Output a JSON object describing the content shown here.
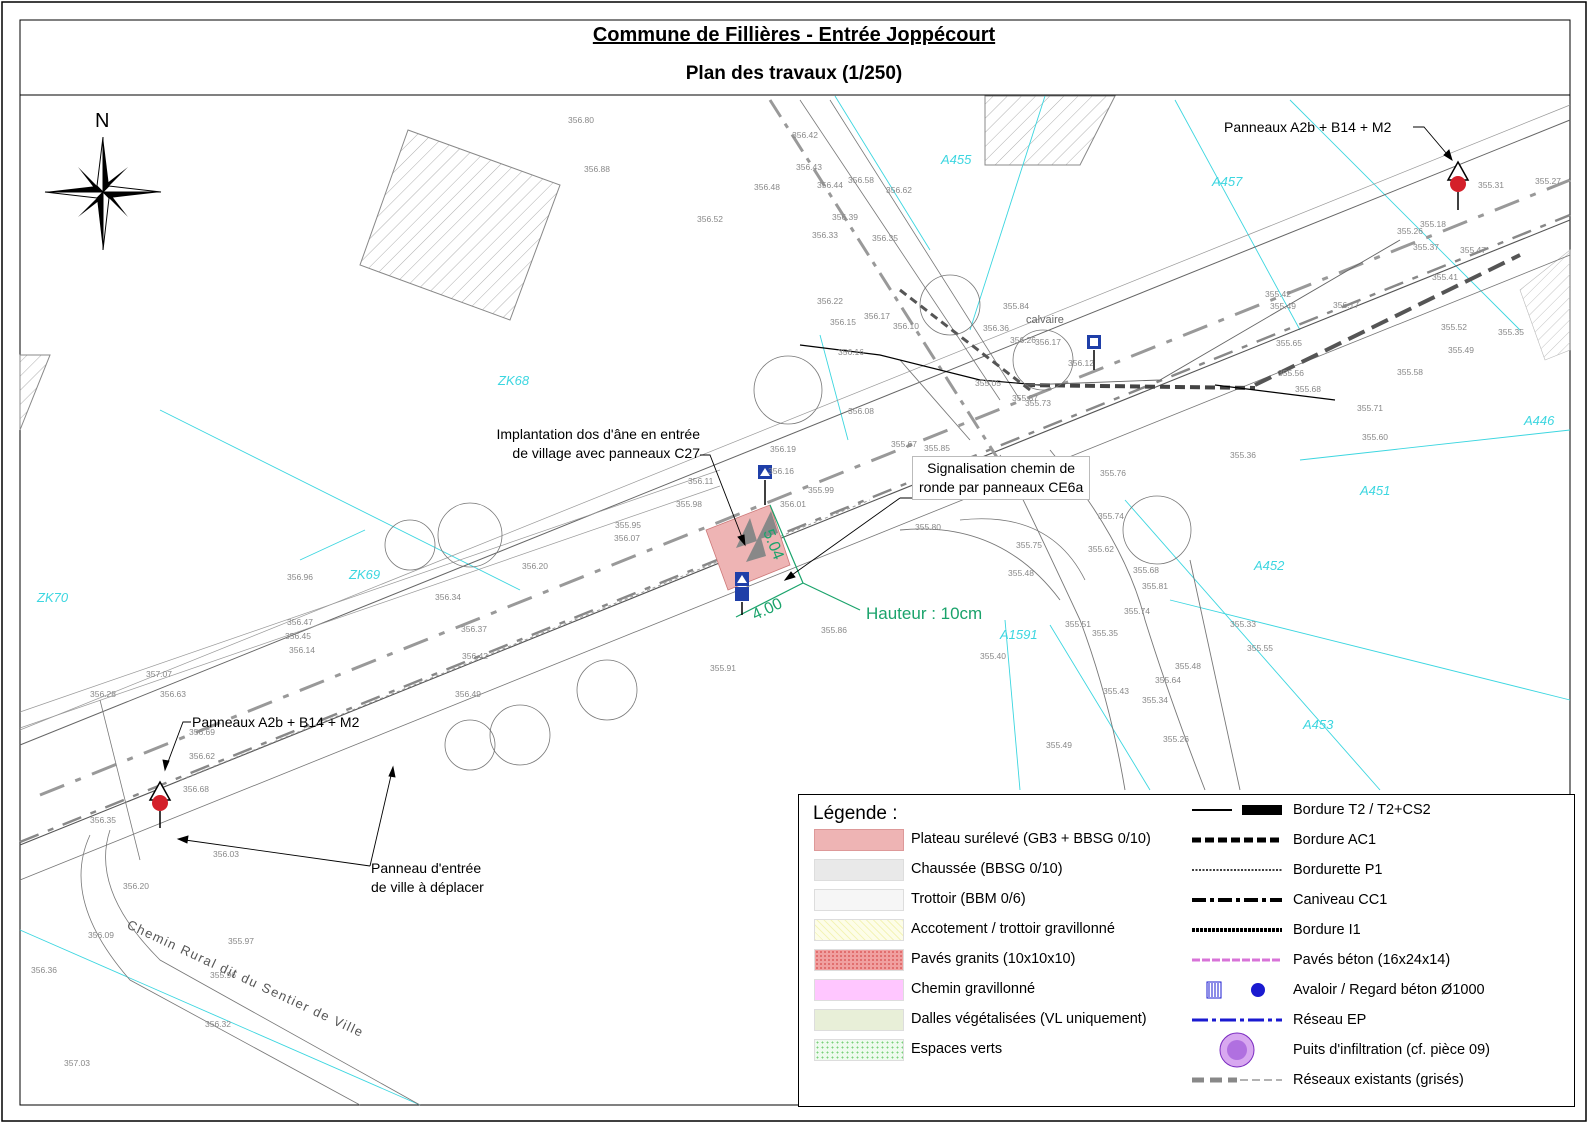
{
  "header": {
    "title": "Commune de Fillières - Entrée Joppécourt",
    "subtitle": "Plan des travaux (1/250)"
  },
  "compass": {
    "north_label": "N",
    "icon": "compass-rose-icon"
  },
  "annotations": {
    "panneaux_top": "Panneaux A2b + B14 + M2",
    "panneaux_left": "Panneaux A2b + B14 + M2",
    "dos_dane_1": "Implantation dos d'âne en entrée",
    "dos_dane_2": "de village avec panneaux C27",
    "signalisation_1": "Signalisation chemin de",
    "signalisation_2": "ronde par panneaux CE6a",
    "panneau_entree_1": "Panneau d'entrée",
    "panneau_entree_2": "de ville à déplacer",
    "hauteur": "Hauteur : 10cm",
    "dim_504": "5.04",
    "dim_400": "4.00",
    "calvaire": "calvaire",
    "chemin_rural": "Chemin Rural dit du Sentier de Ville"
  },
  "parcels": [
    "A455",
    "A457",
    "ZK68",
    "ZK69",
    "ZK70",
    "A446",
    "A451",
    "A452",
    "A1591",
    "A453"
  ],
  "elevations": [
    "356.80",
    "356.88",
    "356.52",
    "356.48",
    "356.42",
    "356.43",
    "356.44",
    "356.39",
    "356.33",
    "356.58",
    "356.62",
    "356.35",
    "356.22",
    "356.15",
    "356.17",
    "356.10",
    "356.16",
    "356.08",
    "356.19",
    "356.16",
    "356.11",
    "356.01",
    "355.99",
    "355.98",
    "355.95",
    "356.07",
    "356.20",
    "356.34",
    "356.37",
    "356.42",
    "356.49",
    "356.63",
    "356.69",
    "356.62",
    "356.68",
    "356.35",
    "356.20",
    "356.09",
    "355.97",
    "355.96",
    "356.32",
    "356.36",
    "357.03",
    "356.96",
    "356.47",
    "356.45",
    "356.14",
    "357.07",
    "356.28",
    "356.03",
    "355.91",
    "355.86",
    "355.80",
    "355.75",
    "355.48",
    "355.40",
    "355.51",
    "355.35",
    "355.43",
    "355.34",
    "355.26",
    "355.49",
    "355.33",
    "355.55",
    "355.48",
    "355.64",
    "355.74",
    "355.68",
    "355.81",
    "355.76",
    "355.74",
    "355.62",
    "355.36",
    "355.60",
    "355.58",
    "355.71",
    "355.68",
    "355.56",
    "355.65",
    "355.52",
    "355.49",
    "355.35",
    "355.42",
    "355.49",
    "355.41",
    "355.47",
    "355.37",
    "355.26",
    "355.18",
    "355.31",
    "355.27",
    "355.05",
    "355.87",
    "355.73",
    "355.67",
    "355.85",
    "355.84",
    "356.36",
    "356.26",
    "356.17",
    "356.12",
    "356.17"
  ],
  "legend": {
    "title": "Légende :",
    "left_items": [
      {
        "label": "Plateau surélevé (GB3 + BBSG 0/10)",
        "color": "#eeb4b4"
      },
      {
        "label": "Chaussée (BBSG 0/10)",
        "color": "#e9e9e9"
      },
      {
        "label": "Trottoir (BBM 0/6)",
        "color": "#f6f6f6"
      },
      {
        "label": "Accotement / trottoir gravillonné",
        "color": "#fdfde8"
      },
      {
        "label": "Pavés granits (10x10x10)",
        "color": "#f0a0a0"
      },
      {
        "label": "Chemin gravillonné",
        "color": "#ffc6ff"
      },
      {
        "label": "Dalles végétalisées (VL uniquement)",
        "color": "#e8efd8"
      },
      {
        "label": "Espaces verts",
        "color": "#eefbee"
      }
    ],
    "right_items": [
      {
        "label": "Bordure T2 / T2+CS2"
      },
      {
        "label": "Bordure AC1"
      },
      {
        "label": "Bordurette P1"
      },
      {
        "label": "Caniveau CC1"
      },
      {
        "label": "Bordure I1"
      },
      {
        "label": "Pavés béton (16x24x14)"
      },
      {
        "label": "Avaloir / Regard béton Ø1000"
      },
      {
        "label": "Réseau EP"
      },
      {
        "label": "Puits d'infiltration (cf. pièce 09)"
      },
      {
        "label": "Réseaux existants (grisés)"
      }
    ]
  },
  "colors": {
    "parcel_cyan": "#3cd6e0",
    "dimension_green": "#1aa36b",
    "plateau_red": "#eeb4b4",
    "sign_red": "#d4202a",
    "sign_blue": "#1f3fa8",
    "ep_blue": "#1a1ad0",
    "pave_beton_pink": "#d873d8"
  }
}
